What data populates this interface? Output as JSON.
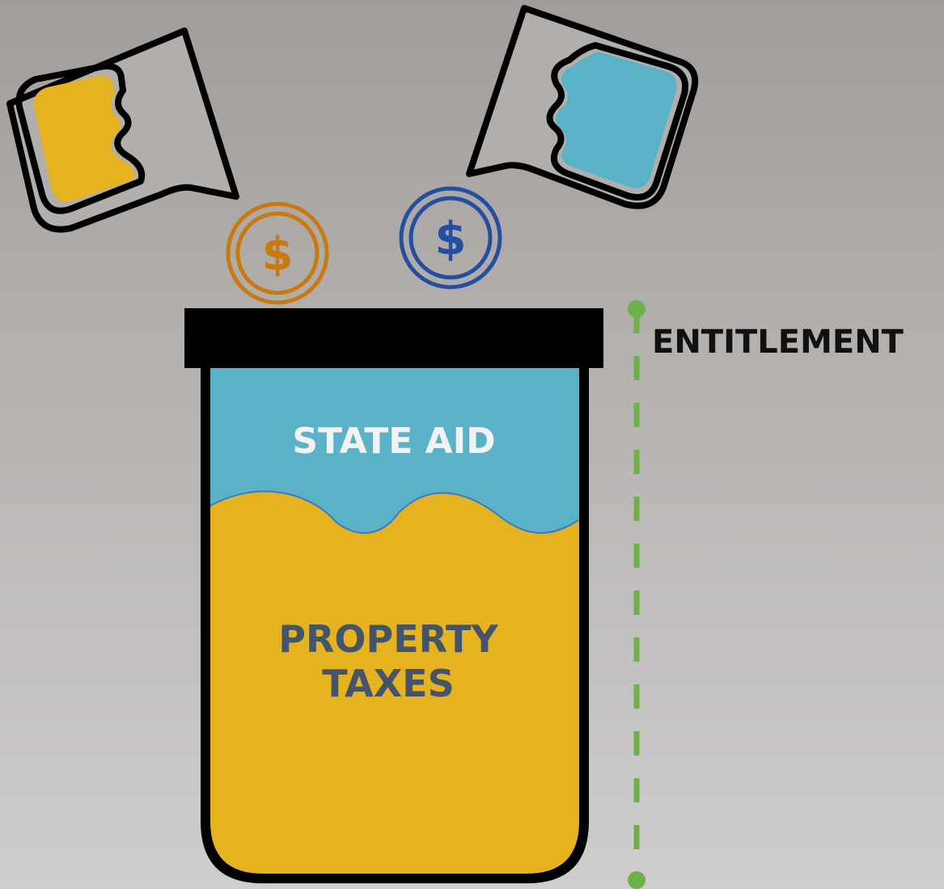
{
  "labels": {
    "state_aid": "STATE AID",
    "property_taxes_line1": "PROPERTY",
    "property_taxes_line2": "TAXES",
    "entitlement": "ENTITLEMENT"
  },
  "coins": {
    "left_symbol": "$",
    "right_symbol": "$"
  },
  "icons": {
    "left_bucket": "bucket-pouring-icon",
    "right_bucket": "bucket-pouring-icon",
    "left_coin": "dollar-coin-icon",
    "right_coin": "dollar-coin-icon",
    "jar": "jar-icon"
  },
  "colors": {
    "property_taxes": "#e6b320",
    "state_aid": "#5ab2c6",
    "entitlement_line": "#6fb04b",
    "left_coin": "#c8790f",
    "right_coin": "#244ea0",
    "state_aid_text": "#f2f2f2",
    "property_taxes_text": "#44546a",
    "outline": "#000000"
  }
}
